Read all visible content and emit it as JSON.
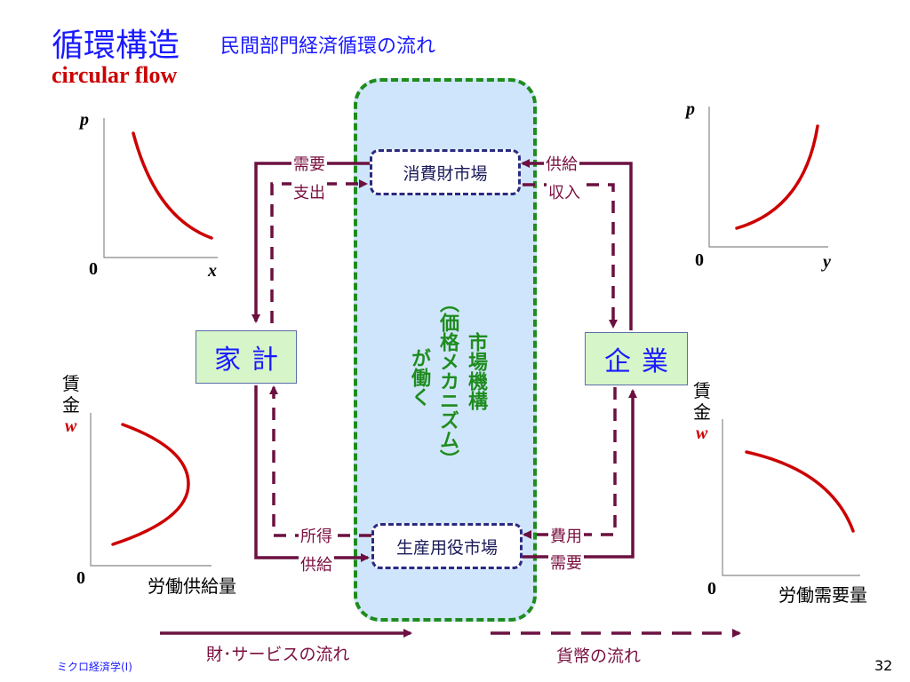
{
  "title": "循環構造",
  "subtitle": "民間部門経済循環の流れ",
  "title_en": "circular flow",
  "markets": {
    "consumer_goods": "消費財市場",
    "factor": "生産用役市場",
    "mechanism_line1": "市場機構",
    "mechanism_line2": "（価格メカニズム）",
    "mechanism_line3": "が働く"
  },
  "agents": {
    "household": "家計",
    "firm": "企業"
  },
  "flows": {
    "household_demand": "需要",
    "household_spending": "支出",
    "firm_supply": "供給",
    "firm_revenue": "収入",
    "household_income": "所得",
    "household_supply": "供給",
    "firm_cost": "費用",
    "firm_demand": "需要"
  },
  "graphs": {
    "demand": {
      "y_label": "p",
      "x_label": "x",
      "origin": "0"
    },
    "supply": {
      "y_label": "p",
      "x_label": "y",
      "origin": "0"
    },
    "labor_supply": {
      "y_label_line1": "賃",
      "y_label_line2": "金",
      "y_label_var": "w",
      "x_label": "労働供給量",
      "origin": "0"
    },
    "labor_demand": {
      "y_label_line1": "賃",
      "y_label_line2": "金",
      "y_label_var": "w",
      "x_label": "労働需要量",
      "origin": "0"
    }
  },
  "legend": {
    "goods_flow": "財･サービスの流れ",
    "money_flow": "貨幣の流れ"
  },
  "footer": "ミクロ経済学(Ⅰ)",
  "page_number": "32",
  "colors": {
    "title": "#1a1aff",
    "title_en": "#cc0000",
    "arrow": "#6b1040",
    "market_fill": "#cfe5fb",
    "market_border": "#1e8c1e",
    "agent_fill": "#d6f5c8",
    "curve": "#cc0000"
  }
}
